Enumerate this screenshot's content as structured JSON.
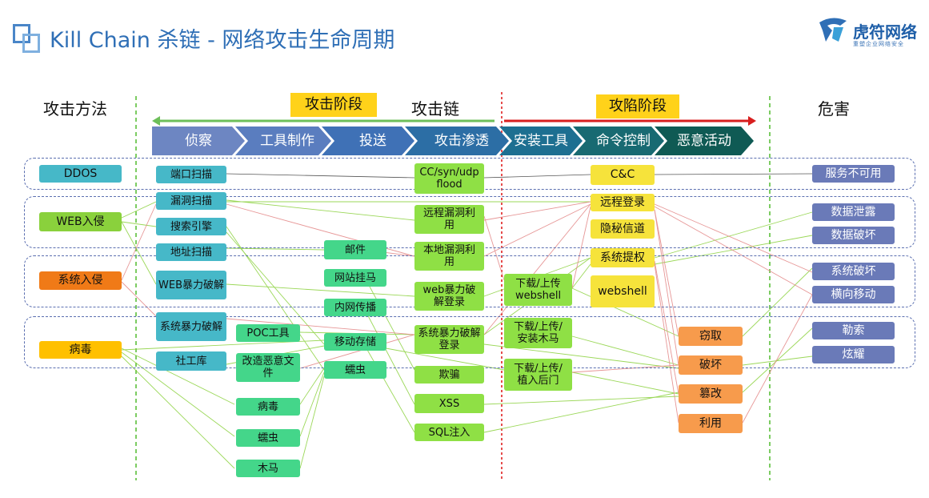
{
  "title": "Kill Chain 杀链 - 网络攻击生命周期",
  "logo": {
    "name": "虎符网络",
    "tagline": "重塑企业网络安全"
  },
  "headers": {
    "methods": "攻击方法",
    "chain": "攻击链",
    "harm": "危害"
  },
  "stages": {
    "attack": "攻击阶段",
    "compromise": "攻陷阶段"
  },
  "chain_steps": [
    "侦察",
    "工具制作",
    "投送",
    "攻击渗透",
    "安装工具",
    "命令控制",
    "恶意活动"
  ],
  "methods": [
    "DDOS",
    "WEB入侵",
    "系统入侵",
    "病毒"
  ],
  "recon": [
    "端口扫描",
    "漏洞扫描",
    "搜索引擎",
    "地址扫描",
    "WEB暴力破解",
    "系统暴力破解",
    "社工库"
  ],
  "tools": [
    "POC工具",
    "改造恶意文件",
    "病毒",
    "蠕虫",
    "木马"
  ],
  "delivery": [
    "邮件",
    "网站挂马",
    "内网传播",
    "移动存储",
    "蠕虫"
  ],
  "exploit": [
    "CC/syn/udp flood",
    "远程漏洞利用",
    "本地漏洞利用",
    "web暴力破解登录",
    "系统暴力破解登录",
    "欺骗",
    "XSS",
    "SQL注入"
  ],
  "install": [
    "下载/上传 webshell",
    "下载/上传/安装木马",
    "下载/上传/植入后门"
  ],
  "c2": [
    "C&C",
    "远程登录",
    "隐秘信道",
    "系统提权",
    "webshell"
  ],
  "actions": [
    "窃取",
    "破坏",
    "篡改",
    "利用"
  ],
  "harms": [
    "服务不可用",
    "数据泄露",
    "数据破坏",
    "系统破坏",
    "横向移动",
    "勒索",
    "炫耀"
  ],
  "colors": {
    "chain_dark": "#0f5a54",
    "chain_light": "#6d86c2",
    "stage_yellow": "#ffd21a",
    "red_arrow": "#d81e1e",
    "green_arrow": "#6dbf5a"
  }
}
